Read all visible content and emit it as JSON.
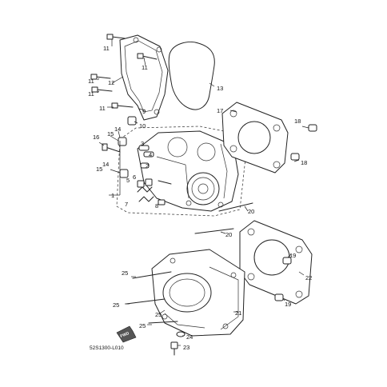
{
  "diagram_code": "52S1300-L010",
  "fwd_label": "FWD",
  "callouts": {
    "c1": "1",
    "c2": "2",
    "c3": "3",
    "c4": "4",
    "c5": "5",
    "c6": "6",
    "c7": "7",
    "c8": "8",
    "c9": "9",
    "c10": "10",
    "c11": "11",
    "c12": "12",
    "c13": "13",
    "c14": "14",
    "c15": "15",
    "c16": "16",
    "c17": "17",
    "c18": "18",
    "c19": "19",
    "c20": "20",
    "c21": "21",
    "c22": "22",
    "c23": "23",
    "c24": "24",
    "c25": "25"
  },
  "colors": {
    "ink": "#222222",
    "background": "#ffffff",
    "arrow_fill": "#555555"
  }
}
